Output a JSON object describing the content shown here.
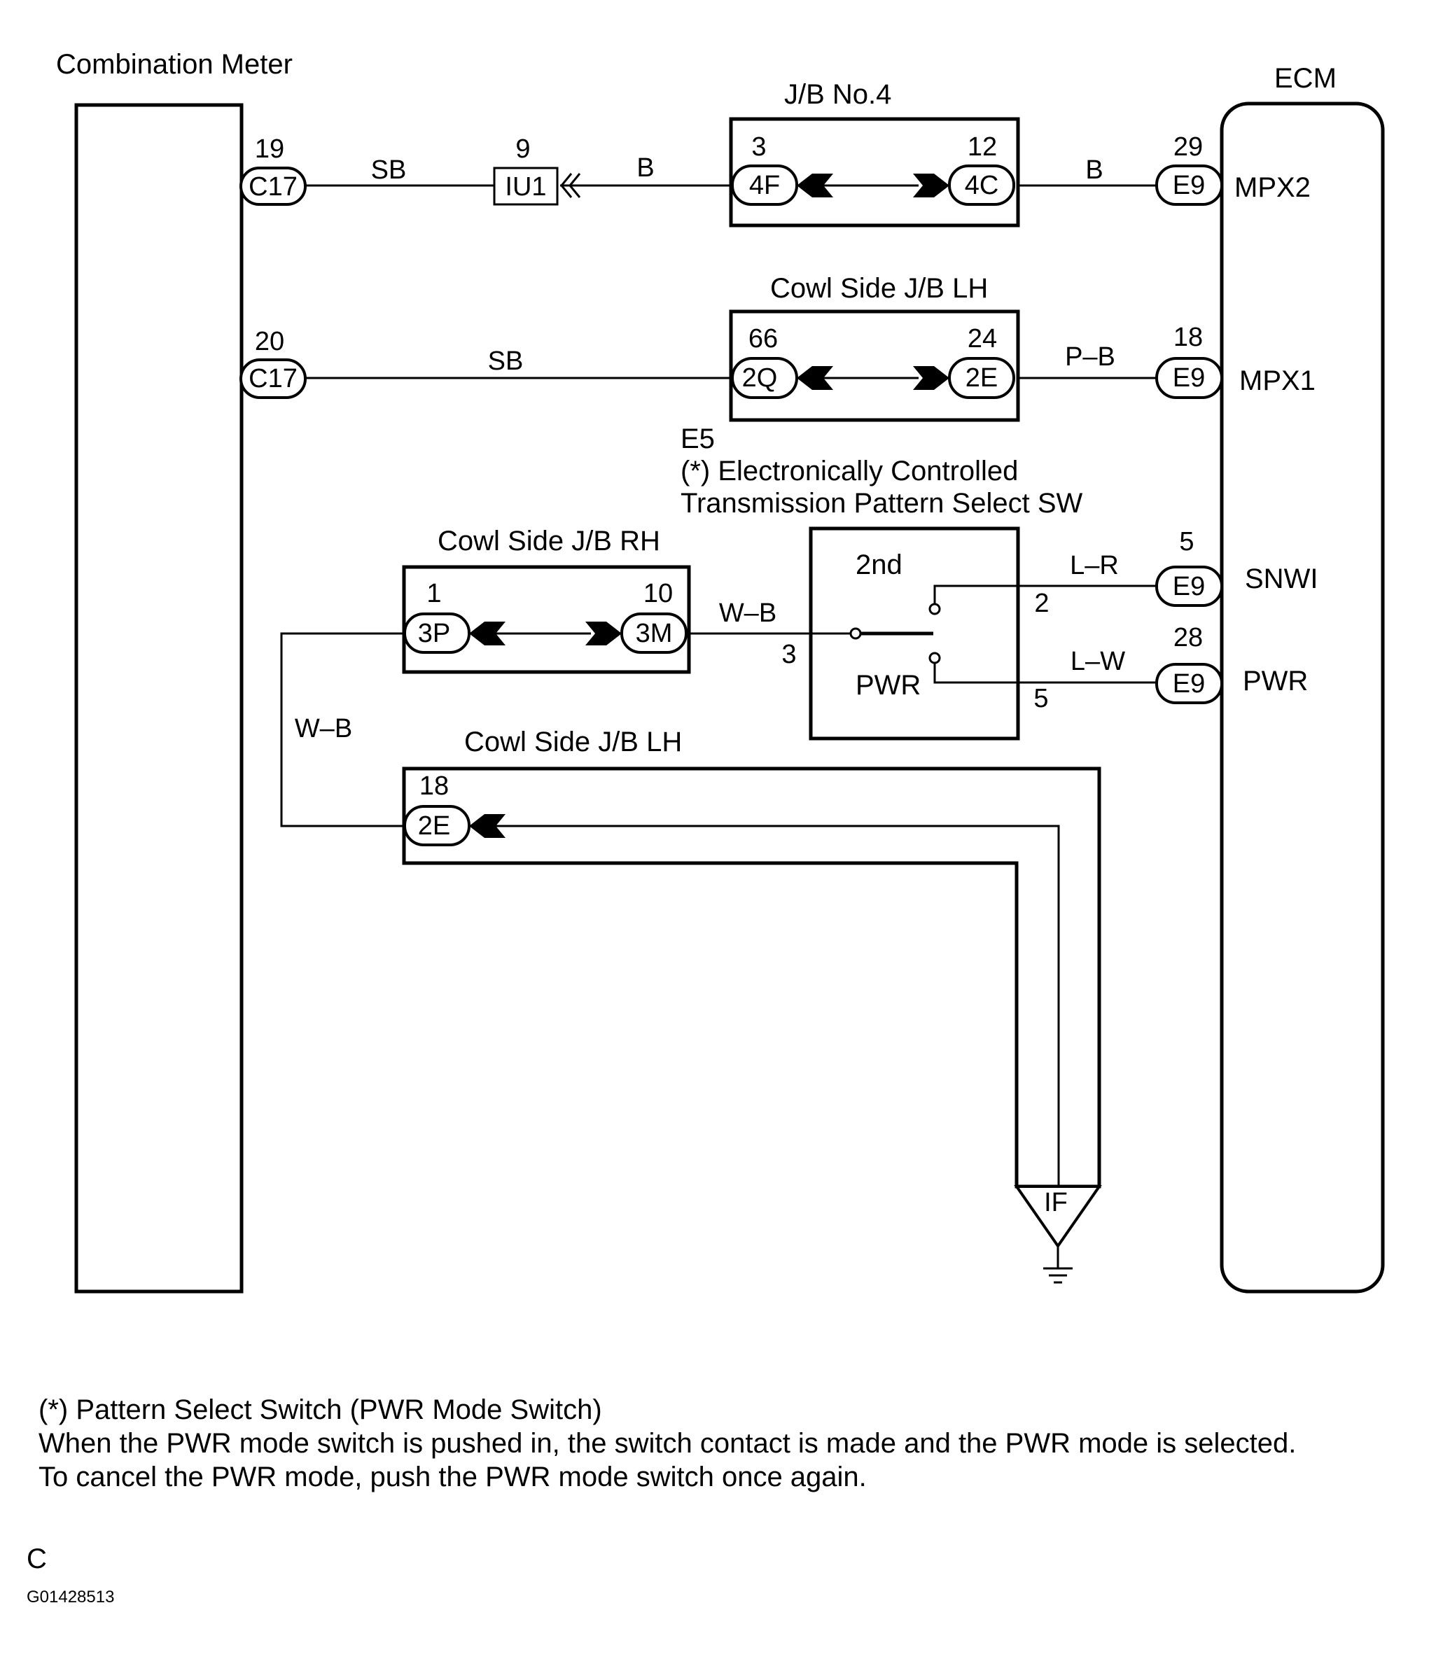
{
  "components": {
    "combination_meter": "Combination Meter",
    "ecm": "ECM",
    "jb_no4": "J/B No.4",
    "cowl_lh_1": "Cowl Side J/B LH",
    "cowl_rh": "Cowl Side J/B RH",
    "cowl_lh_2": "Cowl Side J/B LH",
    "switch_code": "E5",
    "switch_name_1": "(*) Electronically Controlled",
    "switch_name_2": "Transmission Pattern Select SW",
    "switch_pos_2nd": "2nd",
    "switch_pos_pwr": "PWR"
  },
  "ecm_terminals": {
    "mpx2": "MPX2",
    "mpx1": "MPX1",
    "snwi": "SNWI",
    "pwr": "PWR"
  },
  "connectors": {
    "c17_a": "C17",
    "c17_b": "C17",
    "iu1": "IU1",
    "c4f": "4F",
    "c4c": "4C",
    "e9_a": "E9",
    "e9_b": "E9",
    "e9_c": "E9",
    "e9_d": "E9",
    "c2q": "2Q",
    "c2e_a": "2E",
    "c3p": "3P",
    "c3m": "3M",
    "c2e_b": "2E",
    "ground": "IF"
  },
  "pins": {
    "p19": "19",
    "p9": "9",
    "p3a": "3",
    "p12": "12",
    "p29": "29",
    "p20": "20",
    "p66": "66",
    "p24": "24",
    "p18a": "18",
    "p5a": "5",
    "p1": "1",
    "p10": "10",
    "p28": "28",
    "sw2": "2",
    "sw3": "3",
    "sw5": "5",
    "p18b": "18"
  },
  "wires": {
    "w1": "SB",
    "w2": "B",
    "w3": "B",
    "w4": "SB",
    "w5": "P–B",
    "w6": "W–B",
    "w7": "L–R",
    "w8": "L–W",
    "w9": "W–B"
  },
  "notes": {
    "line1": "(*) Pattern Select Switch (PWR Mode Switch)",
    "line2": "When the PWR mode switch is pushed in, the switch contact is made and the PWR mode is selected.",
    "line3": "To cancel the PWR mode, push the PWR mode switch once again."
  },
  "footer": {
    "letter": "C",
    "figure_id": "G01428513"
  }
}
